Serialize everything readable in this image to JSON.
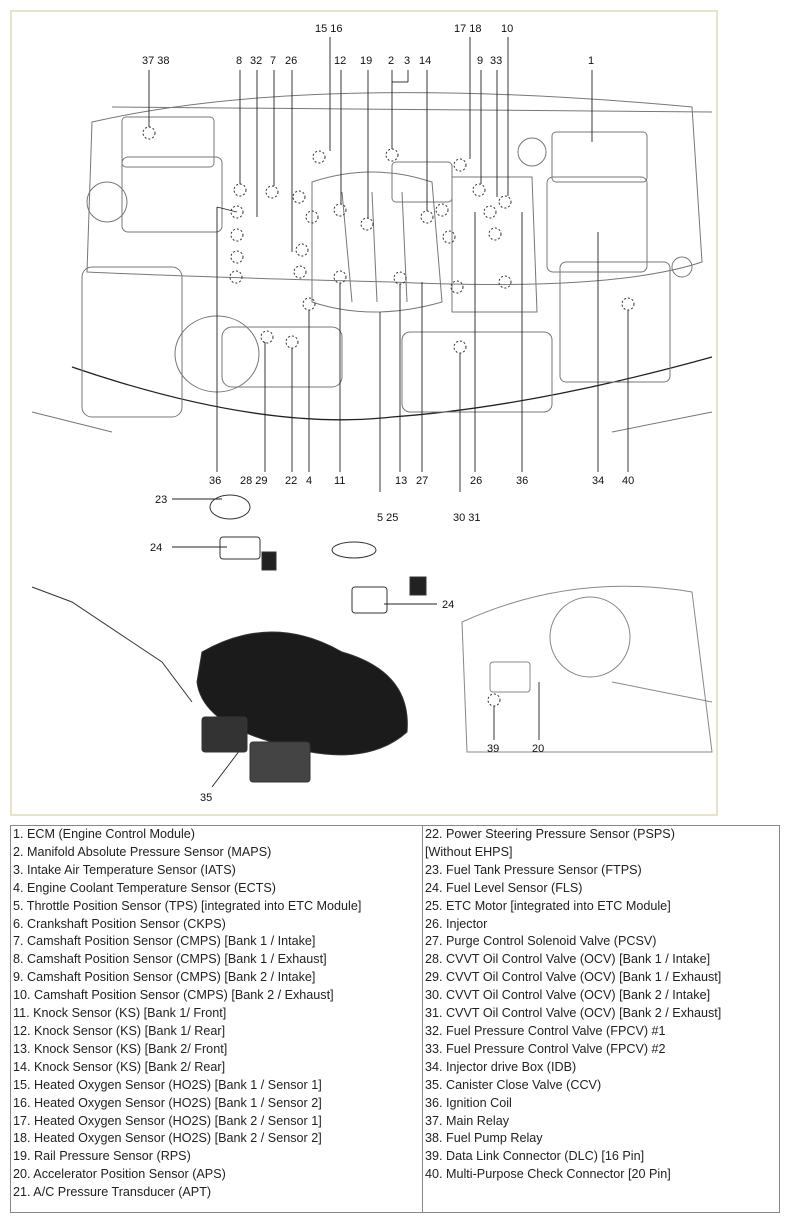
{
  "diagram": {
    "callouts": {
      "top_left": [
        "37 38",
        "8",
        "32",
        "7",
        "26",
        "15 16",
        "12",
        "19",
        "2",
        "3",
        "14",
        "17 18",
        "9",
        "33",
        "10",
        "1"
      ],
      "bottom": [
        "36",
        "28",
        "29",
        "22",
        "4",
        "11",
        "5 25",
        "13",
        "27",
        "26",
        "30 31",
        "36",
        "34",
        "40"
      ],
      "fuel": [
        "23",
        "24",
        "24",
        "35"
      ],
      "cabin": [
        "39",
        "20"
      ]
    }
  },
  "legend": {
    "left": [
      "1. ECM (Engine Control Module)",
      "2. Manifold Absolute Pressure Sensor (MAPS)",
      "3. Intake Air Temperature Sensor (IATS)",
      "4. Engine Coolant Temperature Sensor (ECTS)",
      "5. Throttle Position Sensor (TPS) [integrated into ETC Module]",
      "6. Crankshaft Position Sensor (CKPS)",
      "7. Camshaft Position Sensor (CMPS) [Bank 1 / Intake]",
      "8. Camshaft Position Sensor (CMPS) [Bank 1 / Exhaust]",
      "9. Camshaft Position Sensor (CMPS) [Bank 2 / Intake]",
      "10. Camshaft Position Sensor (CMPS) [Bank 2 / Exhaust]",
      "11. Knock Sensor (KS) [Bank 1/ Front]",
      "12. Knock Sensor (KS) [Bank 1/ Rear]",
      "13. Knock Sensor (KS) [Bank 2/ Front]",
      "14. Knock Sensor (KS) [Bank 2/ Rear]",
      "15. Heated Oxygen Sensor (HO2S) [Bank 1 / Sensor 1]",
      "16. Heated Oxygen Sensor (HO2S) [Bank 1 / Sensor 2]",
      "17. Heated Oxygen Sensor (HO2S) [Bank 2 / Sensor 1]",
      "18. Heated Oxygen Sensor (HO2S) [Bank 2 / Sensor 2]",
      "19. Rail Pressure Sensor (RPS)",
      "20. Accelerator Position Sensor (APS)",
      "21. A/C Pressure Transducer (APT)"
    ],
    "right": [
      "22. Power Steering Pressure Sensor (PSPS)",
      "[Without EHPS]",
      "23. Fuel Tank Pressure Sensor (FTPS)",
      "24. Fuel Level Sensor (FLS)",
      "25. ETC Motor [integrated into ETC Module]",
      "26. Injector",
      "27. Purge Control Solenoid Valve (PCSV)",
      "28. CVVT Oil Control Valve (OCV) [Bank 1 / Intake]",
      "29. CVVT Oil Control Valve (OCV) [Bank 1 / Exhaust]",
      "30. CVVT Oil Control Valve (OCV) [Bank 2 / Intake]",
      "31. CVVT Oil Control Valve (OCV) [Bank 2 / Exhaust]",
      "32. Fuel Pressure Control Valve (FPCV) #1",
      "33. Fuel Pressure Control Valve (FPCV) #2",
      "34. Injector drive Box (IDB)",
      "35. Canister Close Valve (CCV)",
      "36. Ignition Coil",
      "37. Main Relay",
      "38. Fuel Pump Relay",
      "39. Data Link Connector (DLC) [16 Pin]",
      "40. Multi-Purpose Check Connector [20 Pin]"
    ]
  }
}
